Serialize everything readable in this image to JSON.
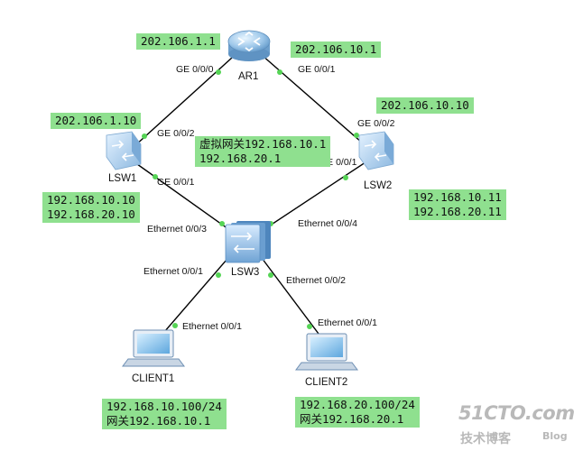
{
  "devices": {
    "ar1": {
      "name": "AR1"
    },
    "lsw1": {
      "name": "LSW1"
    },
    "lsw2": {
      "name": "LSW2"
    },
    "lsw3": {
      "name": "LSW3"
    },
    "client1": {
      "name": "CLIENT1"
    },
    "client2": {
      "name": "CLIENT2"
    }
  },
  "ports": {
    "ar1_ge000": "GE 0/0/0",
    "ar1_ge001": "GE 0/0/1",
    "lsw1_ge002": "GE 0/0/2",
    "lsw1_ge001": "GE 0/0/1",
    "lsw2_ge002": "GE 0/0/2",
    "lsw2_ge001": "GE 0/0/1",
    "lsw3_eth003": "Ethernet 0/0/3",
    "lsw3_eth004": "Ethernet 0/0/4",
    "lsw3_eth001": "Ethernet 0/0/1",
    "lsw3_eth002": "Ethernet 0/0/2",
    "client1_eth001": "Ethernet 0/0/1",
    "client2_eth001": "Ethernet 0/0/1"
  },
  "addresses": {
    "ar1_ge000": "202.106.1.1",
    "ar1_ge001": "202.106.10.1",
    "lsw1_uplink": "202.106.1.10",
    "lsw2_uplink": "202.106.10.10",
    "lsw1_vlan": [
      "192.168.10.10",
      "192.168.20.10"
    ],
    "lsw2_vlan": [
      "192.168.10.11",
      "192.168.20.11"
    ],
    "virtual_gateway": [
      "虚拟网关192.168.10.1",
      "192.168.20.1"
    ],
    "client1": [
      "192.168.10.100/24",
      "网关192.168.10.1"
    ],
    "client2": [
      "192.168.20.100/24",
      "网关192.168.20.1"
    ]
  },
  "watermark": {
    "site": "51CTO.com",
    "sub": "技术博客",
    "blog": "Blog"
  },
  "colors": {
    "label_bg": "#8fe08f",
    "link": "#000000",
    "port_dot": "#55d455"
  }
}
